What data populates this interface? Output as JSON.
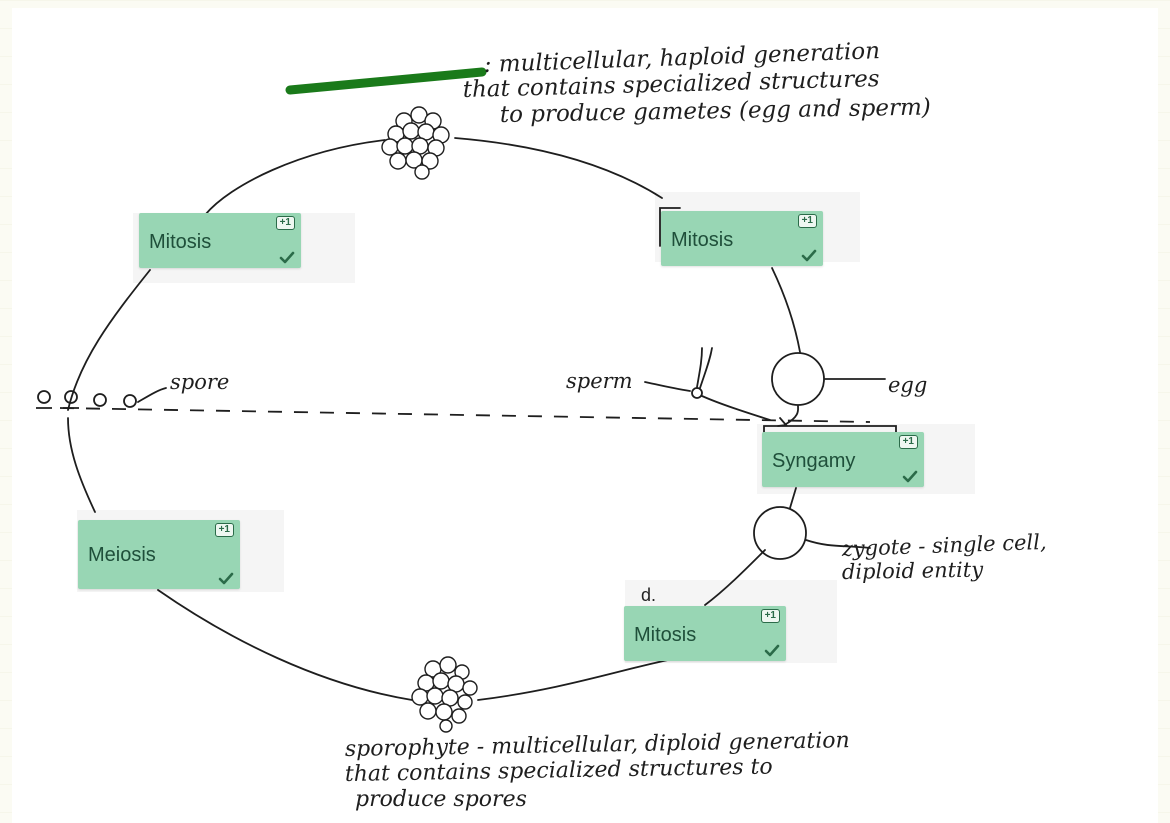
{
  "annotations": {
    "gametophyte_desc": [
      ": multicellular, haploid generation",
      "that contains specialized structures",
      "to produce gametes (egg and sperm)"
    ],
    "spore": "spore",
    "sperm": "sperm",
    "egg": "egg",
    "zygote_desc": [
      "zygote - single cell,",
      "diploid entity"
    ],
    "sporophyte_desc": [
      "sporophyte - multicellular, diploid generation",
      "that contains specialized structures to",
      "produce spores"
    ]
  },
  "answer_fill_color": "#1a7a1a",
  "drop_zones": [
    {
      "label": "Mitosis",
      "badge": "+1",
      "status": "check-icon"
    },
    {
      "label": "Mitosis",
      "badge": "+1",
      "status": "check-icon"
    },
    {
      "label": "Syngamy",
      "badge": "+1",
      "status": "check-icon"
    },
    {
      "label": "Meiosis",
      "badge": "+1",
      "status": "check-icon"
    },
    {
      "label": "Mitosis",
      "badge": "+1",
      "status": "check-icon"
    }
  ],
  "letters": {
    "d": "d."
  },
  "colors": {
    "zone_fill": "#98d6b4",
    "zone_text": "#1f4f3a",
    "check": "#2b6b49"
  }
}
